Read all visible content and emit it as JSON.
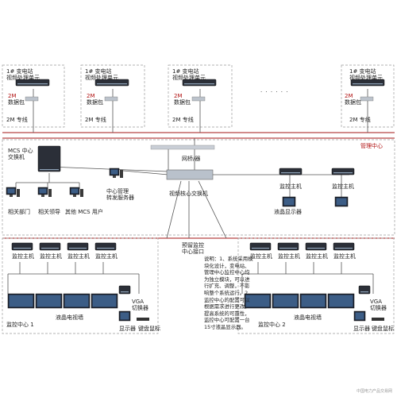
{
  "remote_sites": [
    {
      "line1": "1# 变电站",
      "line2": "视频处理单元",
      "link": "2M",
      "packet": "数据包",
      "dedicated": "2M 专线"
    },
    {
      "line1": "1# 变电站",
      "line2": "视频处理单元",
      "link": "2M",
      "packet": "数据包",
      "dedicated": "2M 专线"
    },
    {
      "line1": "1# 变电站",
      "line2": "视频处理单元",
      "link": "2M",
      "packet": "数据包",
      "dedicated": "2M 专线"
    },
    {
      "line1": "1# 变电站",
      "line2": "视频处理单元",
      "link": "2M",
      "packet": "数据包",
      "dedicated": "2M 专线"
    }
  ],
  "ellipsis": "· · · · · ·",
  "management_center": "管理中心",
  "mcs_switch": [
    "MCS 中心",
    "交换机"
  ],
  "gateway": "网桥/器",
  "video_core_switch": "视频核心交换机",
  "central_forwarding_server": [
    "中心管理",
    "转发服务器"
  ],
  "users": [
    "相关部门",
    "相关领导",
    "其他 MCS 用户"
  ],
  "mgmt_monitor_hosts": [
    "监控主机",
    "监控主机"
  ],
  "lcd_display": "液晶显示器",
  "remote_monitor_interface": [
    "预留监控",
    "中心接口"
  ],
  "monitor_center_1": {
    "hosts": [
      "监控主机",
      "监控主机",
      "监控主机",
      "监控主机"
    ],
    "title": "监控中心 1",
    "video_wall": "液晶电视墙",
    "vga_switcher": [
      "VGA",
      "切换器"
    ],
    "display": "显示器",
    "keyboard": "键盘鼠标"
  },
  "monitor_center_2": {
    "hosts": [
      "监控主机",
      "监控主机",
      "监控主机",
      "监控主机"
    ],
    "title": "监控中心 2",
    "video_wall": "液晶电视墙",
    "vga_switcher": [
      "VGA",
      "切换器"
    ],
    "display": "显示器",
    "keyboard": "键盘鼠标"
  },
  "notes": "说明：1、系统采用模块化设计，变电站、管理中心监控中心均为独立模块，可以进行扩充、调整，不影响整个系统运行。2、监控中心的配置可以根据需求进行更改，提高系统的可靠性，监控中心可配置一台15寸液晶显示器。",
  "watermark": "中国电力产品交易网",
  "colors": {
    "red_line": "#a31515",
    "device": "#2b2f38",
    "screen": "#3c5d86"
  }
}
